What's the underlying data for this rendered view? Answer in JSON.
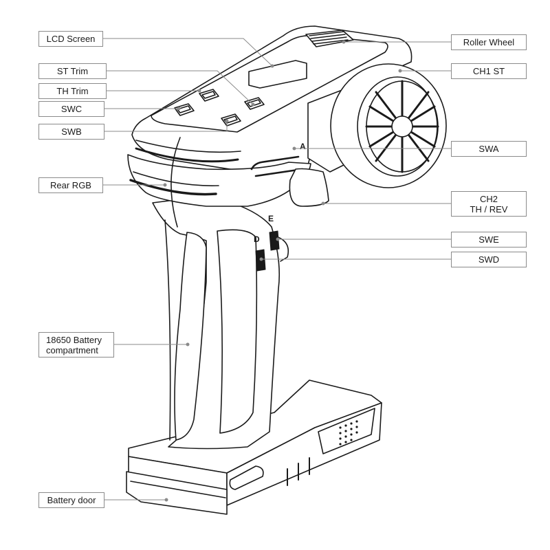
{
  "labels": {
    "lcd_screen": "LCD Screen",
    "st_trim": "ST Trim",
    "th_trim": "TH Trim",
    "swc": "SWC",
    "swb": "SWB",
    "rear_rgb": "Rear RGB",
    "battery_compartment": "18650 Battery\ncompartment",
    "battery_door": "Battery door",
    "roller_wheel": "Roller Wheel",
    "ch1_st": "CH1 ST",
    "swa": "SWA",
    "ch2": "CH2\nTH / REV",
    "swe": "SWE",
    "swd": "SWD"
  },
  "body_marks": {
    "switch_e": "E",
    "switch_d": "D",
    "switch_a": "A"
  },
  "colors": {
    "outline": "#1a1a1a",
    "leader": "#8a8a8a",
    "label_border": "#8a8a8a"
  }
}
